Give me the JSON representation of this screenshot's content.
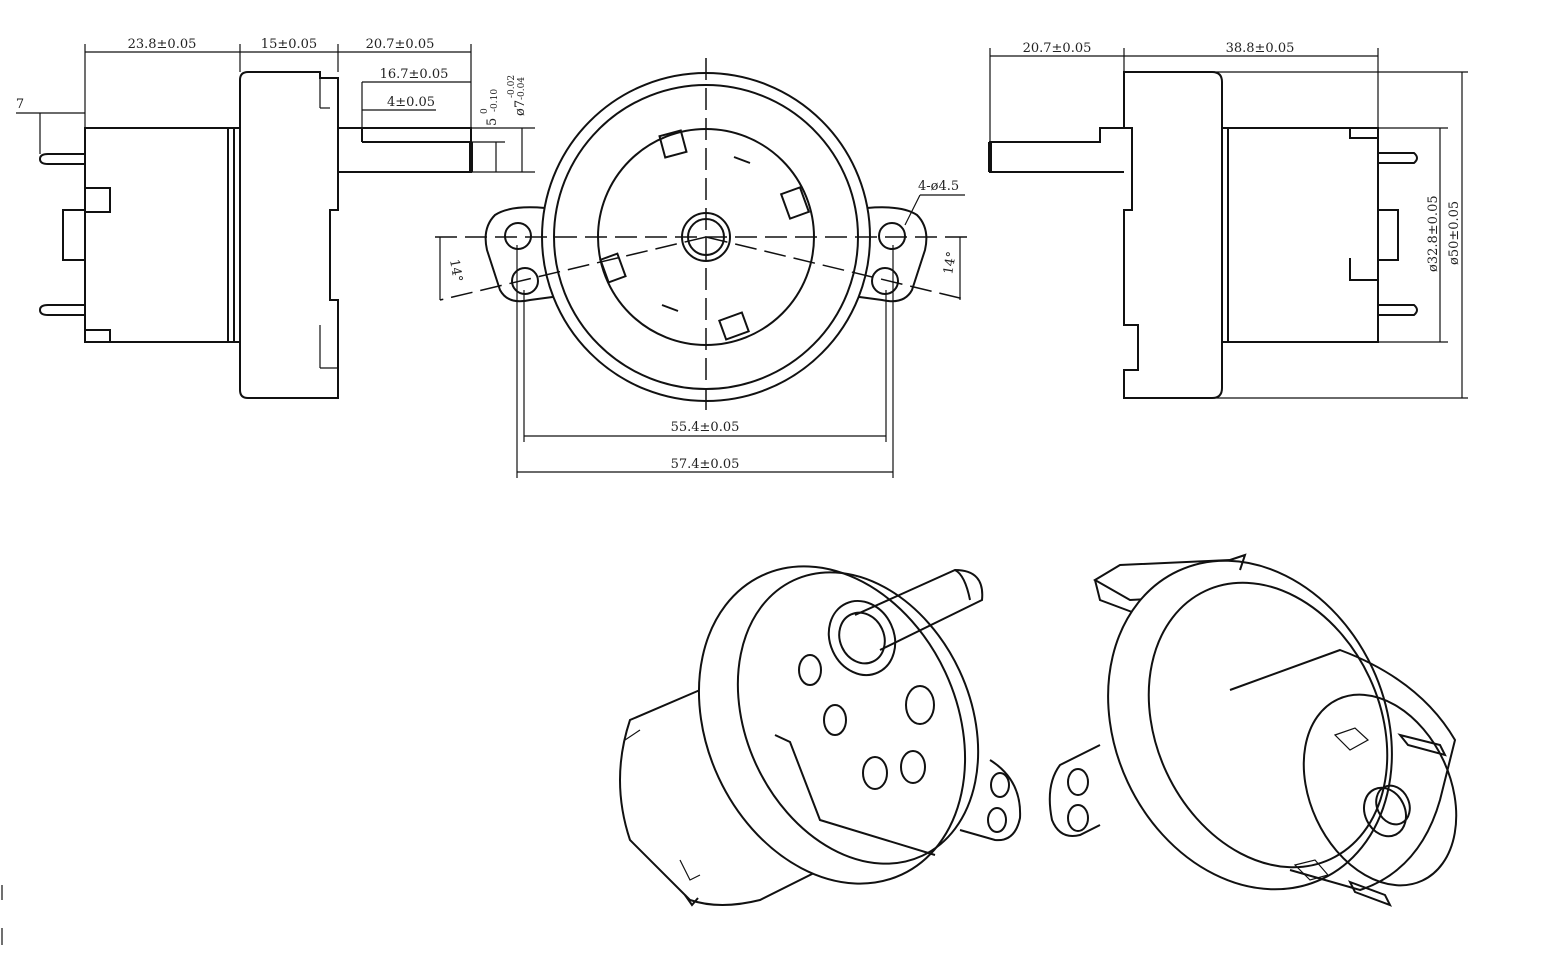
{
  "views": {
    "side_left": "side view (shaft right)",
    "front": "front view",
    "side_right": "side view (shaft left)",
    "iso_front": "isometric front",
    "iso_back": "isometric back"
  },
  "dimensions": {
    "side_left": {
      "body_length": "23.8±0.05",
      "gearbox_length": "15±0.05",
      "shaft_length": "20.7±0.05",
      "flat_length": "16.7±0.05",
      "flat_offset": "4±0.05",
      "terminal_offset": "7",
      "flat_height": "5",
      "flat_height_tol_upper": "0",
      "flat_height_tol_lower": "-0.10",
      "shaft_dia": "ø7",
      "shaft_dia_tol_upper": "-0.02",
      "shaft_dia_tol_lower": "-0.04"
    },
    "front": {
      "mount_holes": "4-ø4.5",
      "hole_spacing_inner": "55.4±0.05",
      "hole_spacing_outer": "57.4±0.05",
      "angle_left": "14°",
      "angle_right": "14°"
    },
    "side_right": {
      "shaft_length": "20.7±0.05",
      "total_length": "38.8±0.05",
      "motor_dia": "ø32.8±0.05",
      "gearbox_dia": "ø50±0.05"
    }
  }
}
